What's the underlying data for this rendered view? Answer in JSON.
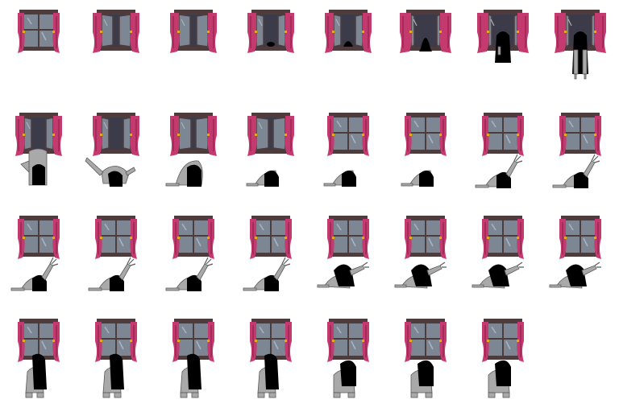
{
  "sprite_sheet": {
    "rows": 4,
    "columns": 8,
    "colors": {
      "frame_wood": "#4e3c3c",
      "glass": "#7c8793",
      "glass_highlight": "#a9b4bf",
      "dark_interior": "#3c3b4a",
      "curtain": "#c4396e",
      "curtain_shade": "#8f2550",
      "tieback": "#e0a628",
      "ghost_skin": "#a9a9a9",
      "ghost_skin_shade": "#7a7a7a",
      "hair": "#000000"
    },
    "frames": [
      {
        "window": "closed",
        "ghost": "none"
      },
      {
        "window": "opening",
        "ghost": "none"
      },
      {
        "window": "opening",
        "ghost": "none"
      },
      {
        "window": "open",
        "ghost": "head-peek"
      },
      {
        "window": "open",
        "ghost": "head-rising"
      },
      {
        "window": "wide-open",
        "ghost": "head-in-window"
      },
      {
        "window": "wide-open",
        "ghost": "hanging-short"
      },
      {
        "window": "wide-open",
        "ghost": "hanging-long"
      },
      {
        "window": "open",
        "ghost": "hanging-body"
      },
      {
        "window": "open",
        "ghost": "flipping"
      },
      {
        "window": "closing",
        "ghost": "crouch-high"
      },
      {
        "window": "closing",
        "ghost": "crouch"
      },
      {
        "window": "closed",
        "ghost": "crouch"
      },
      {
        "window": "closed",
        "ghost": "crouch"
      },
      {
        "window": "closed",
        "ghost": "crawl-reach"
      },
      {
        "window": "closed",
        "ghost": "crawl-reach"
      },
      {
        "window": "closed",
        "ghost": "crawl-reach"
      },
      {
        "window": "closed",
        "ghost": "crawl-reach"
      },
      {
        "window": "closed",
        "ghost": "crawl-reach"
      },
      {
        "window": "closed",
        "ghost": "crawl-reach"
      },
      {
        "window": "closed",
        "ghost": "crawl-lunge"
      },
      {
        "window": "closed",
        "ghost": "crawl-lunge"
      },
      {
        "window": "closed",
        "ghost": "crawl-lunge"
      },
      {
        "window": "closed",
        "ghost": "crawl-lunge"
      },
      {
        "window": "closed",
        "ghost": "standing"
      },
      {
        "window": "closed",
        "ghost": "standing"
      },
      {
        "window": "closed",
        "ghost": "standing"
      },
      {
        "window": "closed",
        "ghost": "standing"
      },
      {
        "window": "closed",
        "ghost": "standing-bent"
      },
      {
        "window": "closed",
        "ghost": "standing-bent"
      },
      {
        "window": "closed",
        "ghost": "standing-bent"
      }
    ]
  }
}
